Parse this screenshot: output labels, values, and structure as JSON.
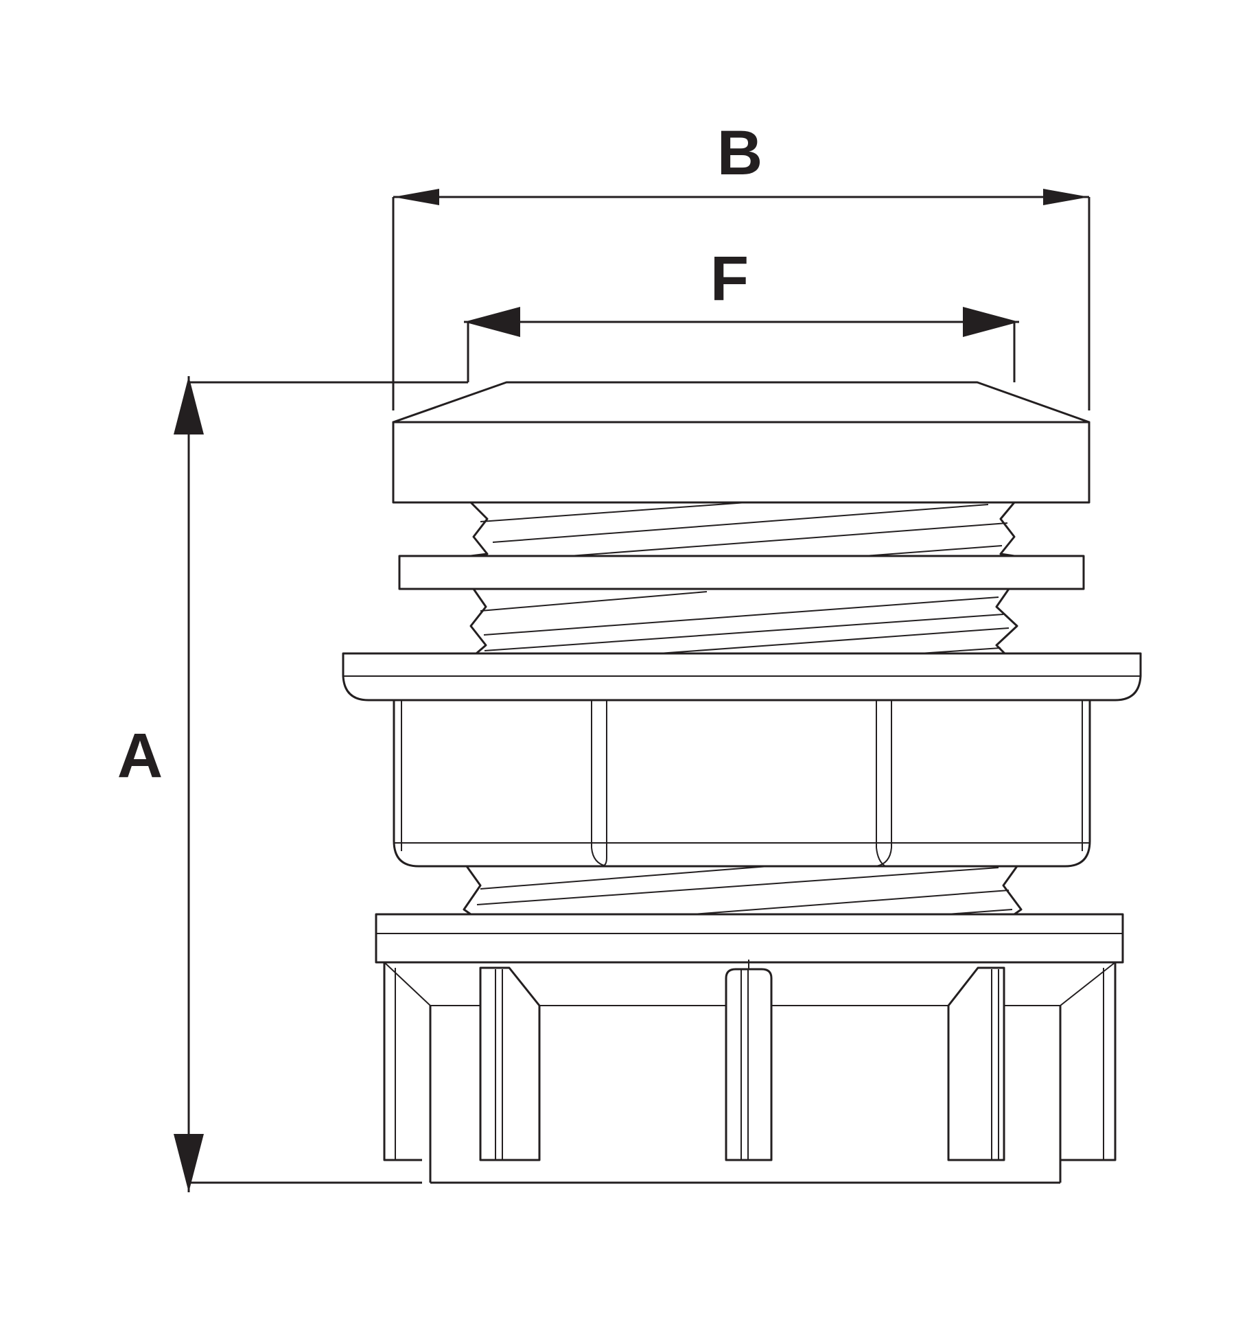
{
  "labels": {
    "dim_a": "A",
    "dim_b": "B",
    "dim_f": "F"
  },
  "colors": {
    "line": "#231f20",
    "background": "#ffffff"
  }
}
